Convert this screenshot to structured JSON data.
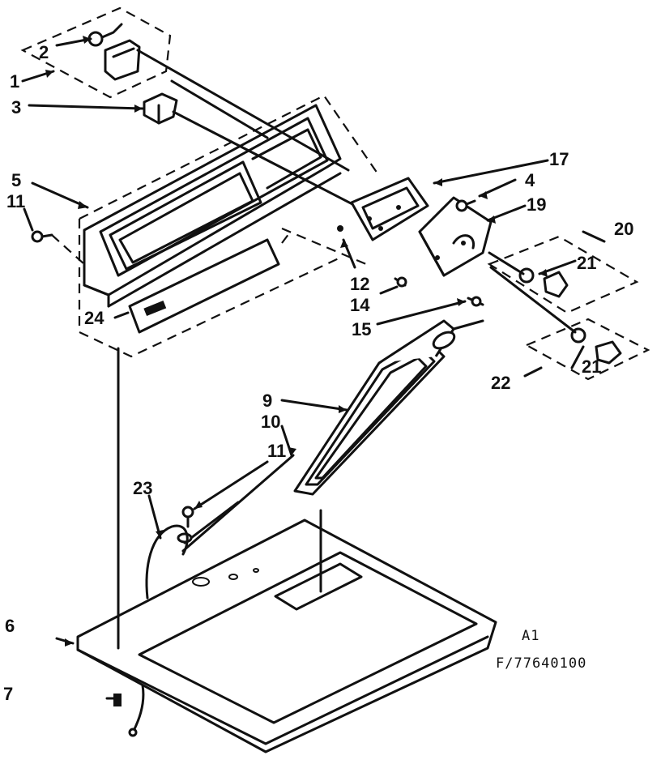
{
  "callouts": {
    "c1": "1",
    "c2": "2",
    "c3": "3",
    "c4": "4",
    "c5": "5",
    "c6": "6",
    "c7": "7",
    "c9": "9",
    "c10": "10",
    "c11a": "11",
    "c11b": "11",
    "c12": "12",
    "c14": "14",
    "c15": "15",
    "c17": "17",
    "c19": "19",
    "c20": "20",
    "c21a": "21",
    "c21b": "21",
    "c22": "22",
    "c23": "23",
    "c24": "24"
  },
  "diagram_code": {
    "line1": "A1",
    "line2": "F/77640100"
  }
}
